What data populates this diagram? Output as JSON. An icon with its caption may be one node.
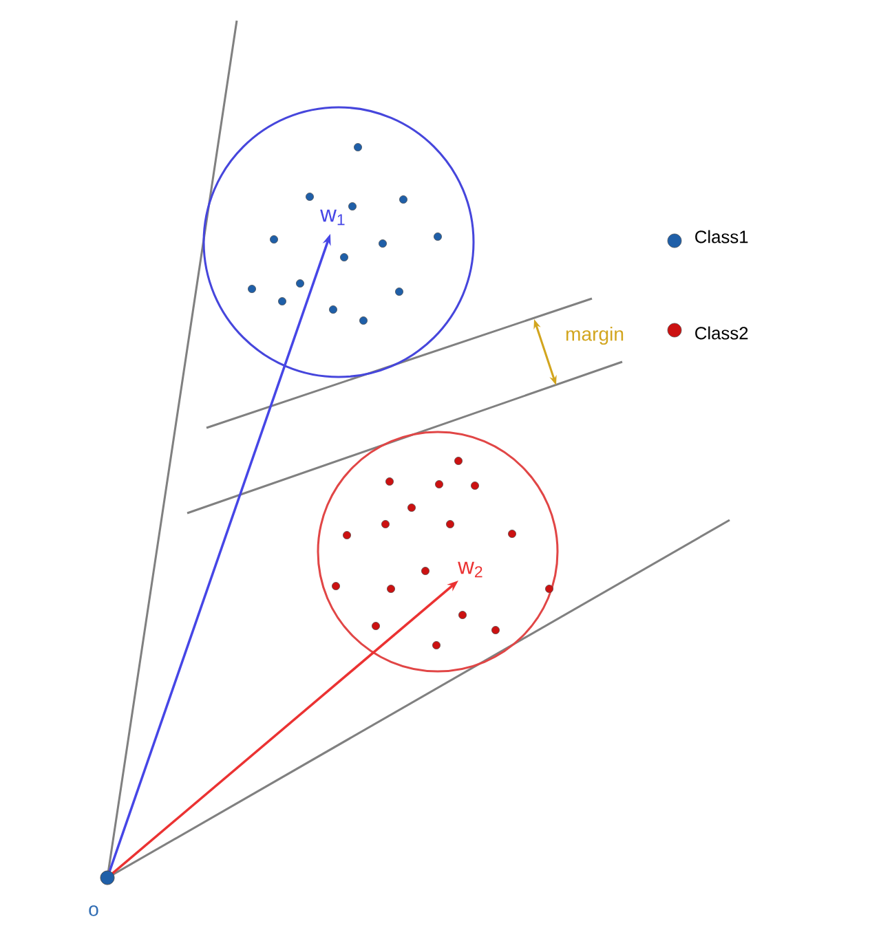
{
  "diagram": {
    "labels": [
      "w$_{1}$",
      "margin",
      "w$_{2}$",
      "o"
    ],
    "legend": [
      {
        "text": "Class1",
        "color": "#1f5fa8"
      },
      {
        "text": "Class2",
        "color": "#cc1111"
      }
    ]
  }
}
